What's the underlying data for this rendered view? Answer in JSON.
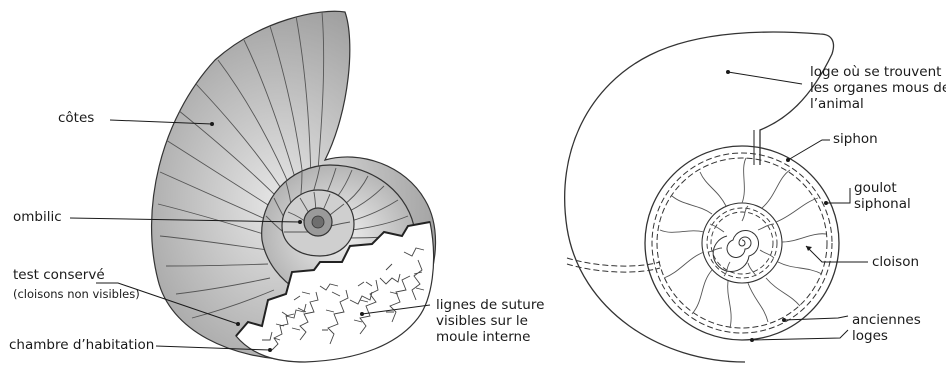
{
  "left_figure": {
    "labels": {
      "cotes": "côtes",
      "ombilic": "ombilic",
      "test_conserve": "test conservé",
      "cloisons_non_visibles": "(cloisons non visibles)",
      "chambre_habitation": "chambre d’habitation",
      "lignes_de_suture": "lignes de suture\nvisibles sur le\nmoule interne"
    }
  },
  "right_figure": {
    "labels": {
      "loge": "loge où se trouvent\nles organes mous de\nl’animal",
      "siphon": "siphon",
      "goulot_siphonal": "goulot\nsiphonal",
      "cloison": "cloison",
      "anciennes_loges": "anciennes\nloges"
    }
  },
  "colors": {
    "shell_dark": "#8c8c8c",
    "shell_light": "#dcdcdc",
    "ink": "#1a1a1a"
  }
}
